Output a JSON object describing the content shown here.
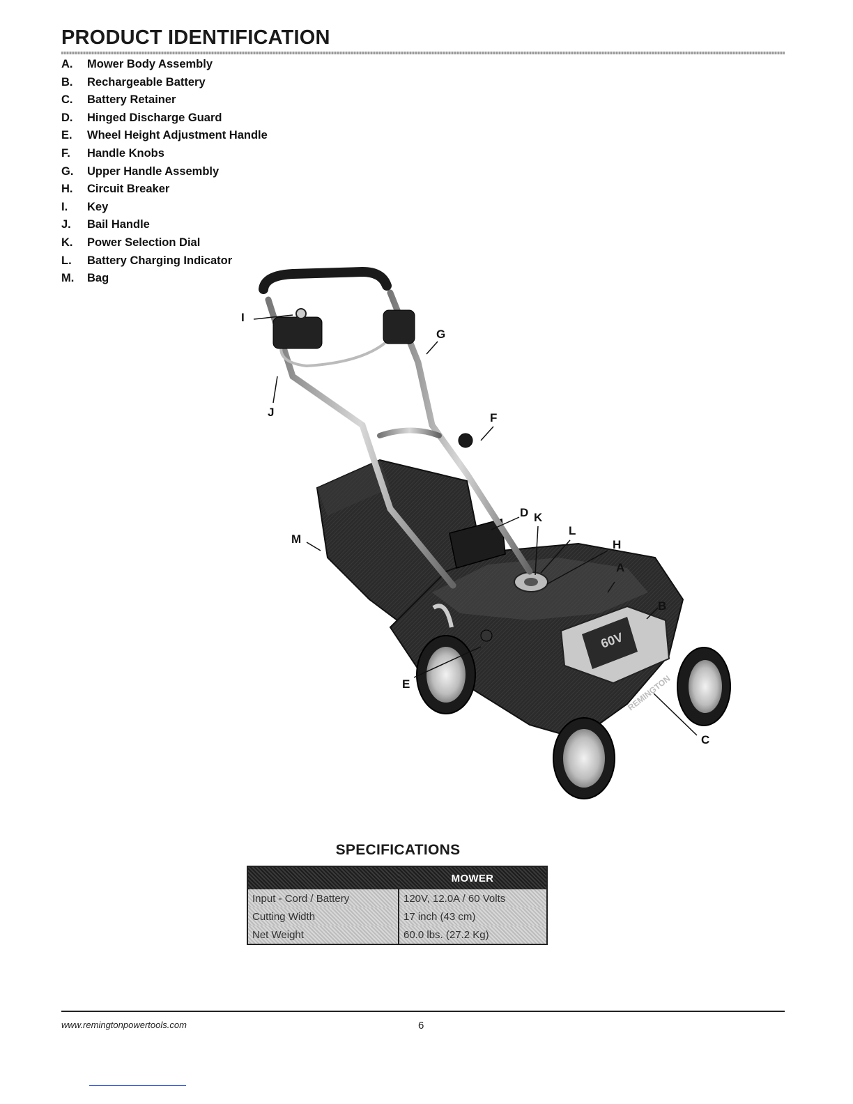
{
  "header": {
    "title": "PRODUCT IDENTIFICATION"
  },
  "parts": [
    {
      "letter": "A.",
      "name": "Mower Body Assembly"
    },
    {
      "letter": "B.",
      "name": "Rechargeable Battery"
    },
    {
      "letter": "C.",
      "name": "Battery Retainer"
    },
    {
      "letter": "D.",
      "name": "Hinged Discharge Guard"
    },
    {
      "letter": "E.",
      "name": "Wheel Height Adjustment Handle"
    },
    {
      "letter": "F.",
      "name": "Handle Knobs"
    },
    {
      "letter": "G.",
      "name": "Upper Handle Assembly"
    },
    {
      "letter": "H.",
      "name": "Circuit Breaker"
    },
    {
      "letter": "I.",
      "name": "Key"
    },
    {
      "letter": "J.",
      "name": "Bail Handle"
    },
    {
      "letter": "K.",
      "name": "Power Selection Dial"
    },
    {
      "letter": "L.",
      "name": "Battery Charging Indicator"
    },
    {
      "letter": "M.",
      "name": "Bag"
    }
  ],
  "figure": {
    "callouts": {
      "A": "A",
      "B": "B",
      "C": "C",
      "D": "D",
      "E": "E",
      "F": "F",
      "G": "G",
      "H": "H",
      "I": "I",
      "J": "J",
      "K": "K",
      "L": "L",
      "M": "M"
    },
    "battery_text": "60V",
    "brand_text": "REMINGTON"
  },
  "specs": {
    "title": "SPECIFICATIONS",
    "header": "MOWER",
    "rows": [
      {
        "label": "Input - Cord / Battery",
        "value": "120V, 12.0A / 60 Volts"
      },
      {
        "label": "Cutting Width",
        "value": "17 inch (43 cm)"
      },
      {
        "label": "Net Weight",
        "value": "60.0 lbs. (27.2 Kg)"
      }
    ]
  },
  "footer": {
    "url": "www.remingtonpowertools.com",
    "page": "6"
  }
}
